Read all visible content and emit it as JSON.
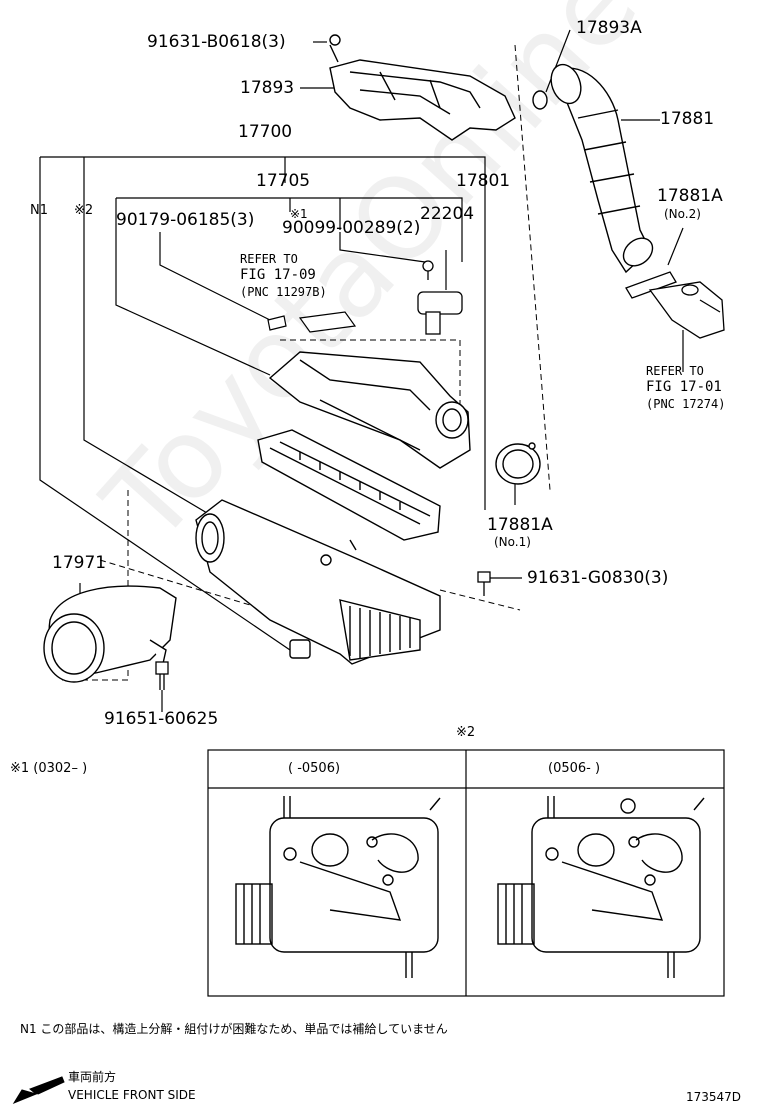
{
  "parts": {
    "p91631b": "91631-B0618(3)",
    "p17893a": "17893A",
    "p17893": "17893",
    "p17881": "17881",
    "p17700": "17700",
    "p17705": "17705",
    "p17801": "17801",
    "n1": "N1",
    "note2": "※2",
    "p90179": "90179-06185(3)",
    "note1": "※1",
    "p90099": "90099-00289(2)",
    "p22204": "22204",
    "p17881a_top": "17881A",
    "no2": "(No.2)",
    "p17881a_bottom": "17881A",
    "no1": "(No.1)",
    "p91631g": "91631-G0830(3)",
    "p17971": "17971",
    "p91651": "91651-60625"
  },
  "refs": {
    "left": [
      "REFER TO",
      "FIG 17-09",
      "(PNC 11297B)"
    ],
    "right": [
      "REFER TO",
      "FIG 17-01",
      "(PNC 17274)"
    ]
  },
  "variants": {
    "marker": "※2",
    "note1_range": "※1 (0302–        )",
    "left_range": "(        -0506)",
    "right_range": "(0506-        )"
  },
  "footer": {
    "note_n1": "N1  この部品は、構造上分解・組付けが困難なため、単品では補給していません",
    "front_jp": "車両前方",
    "front_en": "VEHICLE FRONT SIDE",
    "diagram_id": "173547D"
  },
  "watermark": "ToyotaOnline.ru"
}
